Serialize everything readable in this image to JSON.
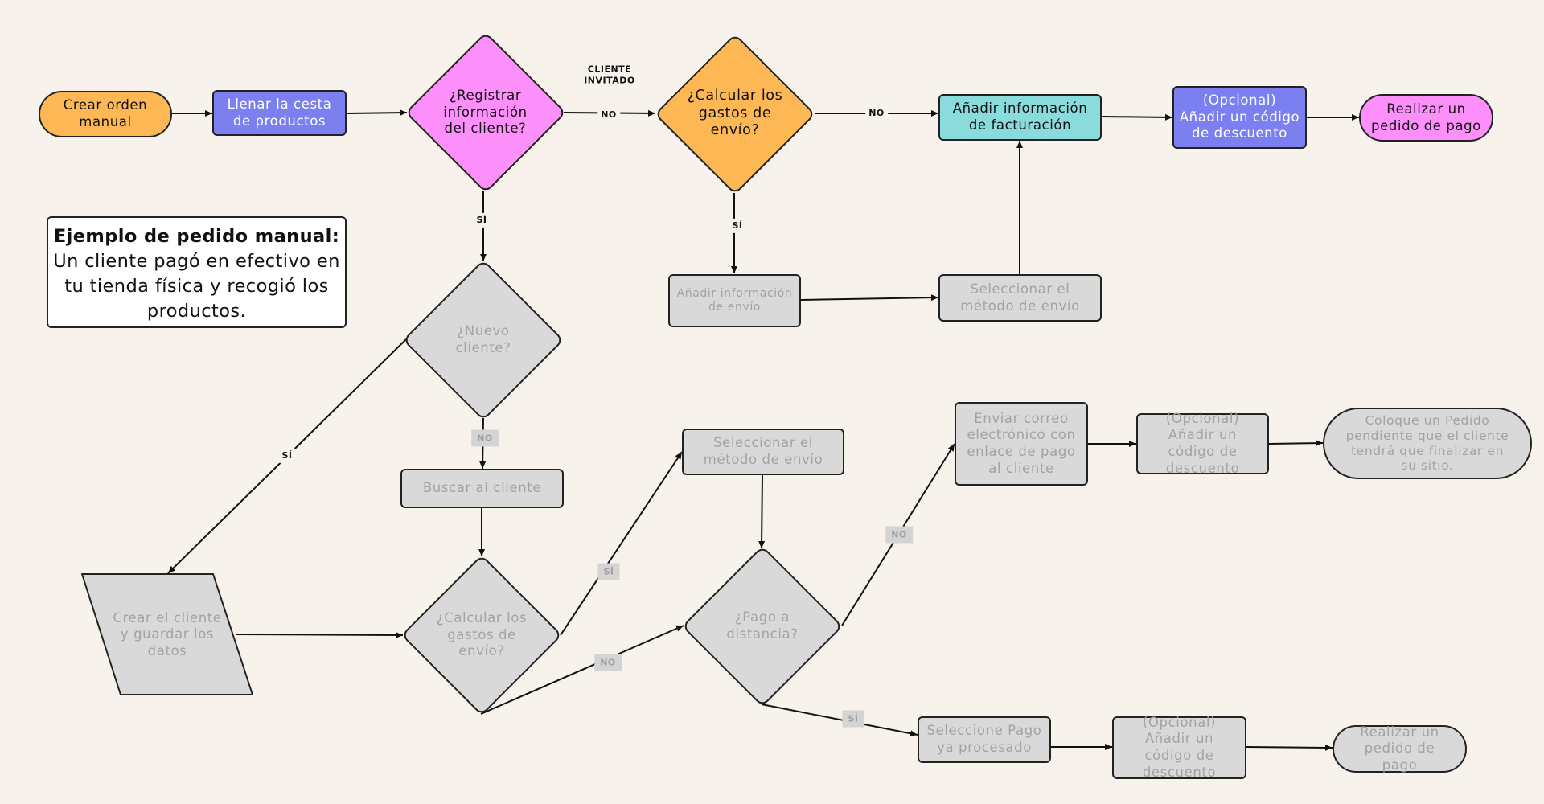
{
  "nodes": {
    "crear_orden": "Crear orden manual",
    "llenar_cesta": "Llenar la cesta de productos",
    "registrar_info": "¿Registrar información del cliente?",
    "calcular_gastos_top": "¿Calcular los gastos de envío?",
    "anadir_facturacion": "Añadir información de facturación",
    "codigo_descuento_top": "(Opcional) Añadir un código de descuento",
    "realizar_pedido_top": "Realizar un pedido de pago",
    "anadir_envio": "Añadir información de envío",
    "seleccionar_metodo_top": "Seleccionar el método de envío",
    "nuevo_cliente": "¿Nuevo cliente?",
    "buscar_cliente": "Buscar al cliente",
    "crear_cliente": "Crear el cliente y guardar los datos",
    "calcular_gastos_bottom": "¿Calcular los gastos de envío?",
    "seleccionar_metodo_mid": "Seleccionar el método de envío",
    "pago_distancia": "¿Pago a distancia?",
    "enviar_correo": "Enviar correo electrónico con enlace de pago al cliente",
    "codigo_descuento_mid": "(Opcional) Añadir un código de descuento",
    "pedido_pendiente": "Coloque un Pedido pendiente que el cliente tendrá que finalizar en su sitio.",
    "seleccione_pago": "Seleccione Pago ya procesado",
    "codigo_descuento_bottom": "(Opcional) Añadir un código de descuento",
    "realizar_pedido_bottom": "Realizar un pedido de pago"
  },
  "note": {
    "title": "Ejemplo de pedido manual:",
    "body": "Un cliente pagó en efectivo en tu tienda física y recogió los productos."
  },
  "edge_labels": {
    "cliente_invitado": "CLIENTE INVITADO",
    "no_1": "NO",
    "no_2": "NO",
    "si_1": "SÍ",
    "si_2": "SÍ",
    "si_3": "SÍ",
    "no_3": "NO",
    "si_4": "SÍ",
    "no_4": "NO",
    "no_5": "NO",
    "si_5": "SÍ"
  },
  "colors": {
    "background": "#f7f3ec",
    "orange": "#fdb855",
    "blue": "#7b7ff0",
    "pink": "#fd8ffb",
    "teal": "#8adcdc",
    "gray": "#d9d9d9",
    "gray_text": "#a3a3a3"
  }
}
